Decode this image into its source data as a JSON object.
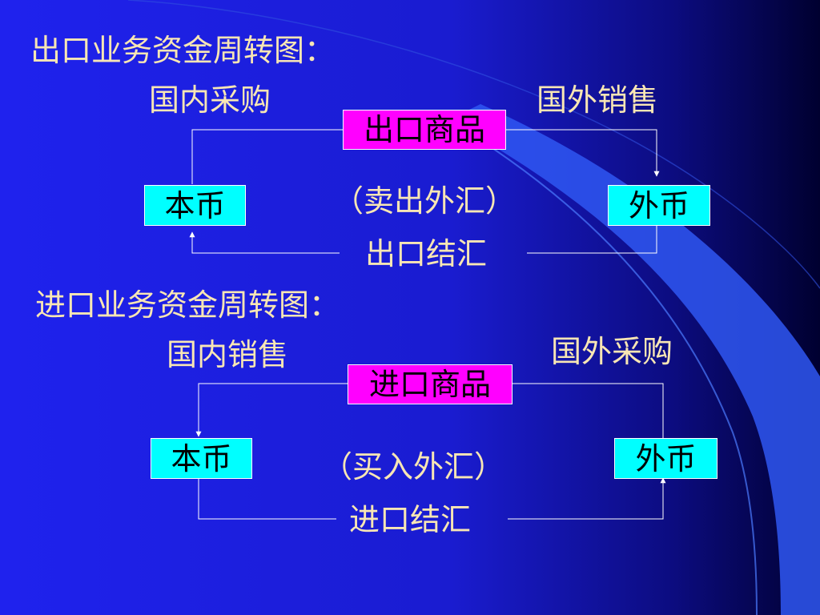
{
  "colors": {
    "background_start": "#2020ee",
    "background_end": "#000036",
    "text": "#f8e6b4",
    "goods_box": "#ff00ff",
    "currency_box": "#00ffff",
    "swoosh": "#3b6cff"
  },
  "export": {
    "title": "出口业务资金周转图：",
    "left_label": "国内采购",
    "right_label": "国外销售",
    "goods_box": "出口商品",
    "local_currency": "本币",
    "foreign_currency": "外币",
    "middle_note": "（卖出外汇）",
    "settlement": "出口结汇"
  },
  "import": {
    "title": "进口业务资金周转图：",
    "left_label": "国内销售",
    "right_label": "国外采购",
    "goods_box": "进口商品",
    "local_currency": "本币",
    "foreign_currency": "外币",
    "middle_note": "（买入外汇）",
    "settlement": "进口结汇"
  }
}
